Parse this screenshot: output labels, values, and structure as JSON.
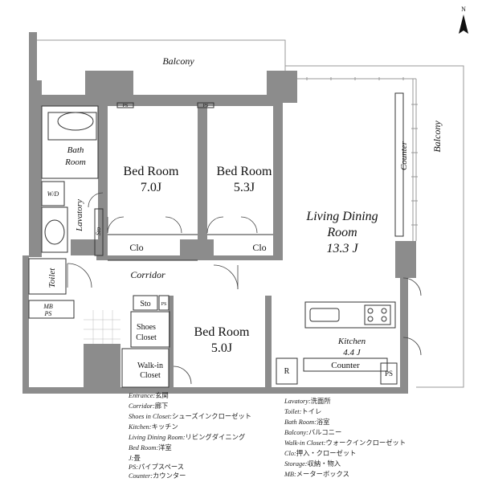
{
  "compass": {
    "north_label": "N"
  },
  "rooms": {
    "balcony_top": "Balcony",
    "balcony_right": "Balcony",
    "bath": [
      "Bath",
      "Room"
    ],
    "wd": "W/D",
    "lavatory": "Lavatory",
    "sto_small": "Sto",
    "bed1": [
      "Bed Room",
      "7.0J"
    ],
    "bed2": [
      "Bed Room",
      "5.3J"
    ],
    "clo1": "Clo",
    "clo2": "Clo",
    "living": [
      "Living Dining",
      "Room",
      "13.3 J"
    ],
    "counter_vertical": "Counter",
    "ps1": "PS",
    "ps2": "PS",
    "corridor": "Corridor",
    "toilet": "Toilet",
    "mb_ps": [
      "MB",
      "PS"
    ],
    "sto": "Sto",
    "ps_small": "PS",
    "shoes": [
      "Shoes",
      "Closet"
    ],
    "walkin": [
      "Walk-in",
      "Closet"
    ],
    "bed3": [
      "Bed Room",
      "5.0J"
    ],
    "kitchen": [
      "Kitchen",
      "4.4 J"
    ],
    "r": "R",
    "counter": "Counter",
    "ps_right": "PS"
  },
  "legend": {
    "left": [
      {
        "key": "Entrance:",
        "value": "玄関"
      },
      {
        "key": "Corridor:",
        "value": "廊下"
      },
      {
        "key": "Shoes in Closet:",
        "value": "シューズインクローゼット"
      },
      {
        "key": "Kitchen:",
        "value": "キッチン"
      },
      {
        "key": "Living Dining Room:",
        "value": "リビングダイニング"
      },
      {
        "key": "Bed Room:",
        "value": "洋室"
      },
      {
        "key": "J:",
        "value": "畳"
      },
      {
        "key": "PS:",
        "value": "パイプスペース"
      },
      {
        "key": "Counter:",
        "value": "カウンター"
      }
    ],
    "right": [
      {
        "key": "Lavatory:",
        "value": "洗面所"
      },
      {
        "key": "Toilet:",
        "value": "トイレ"
      },
      {
        "key": "Bath Room:",
        "value": "浴室"
      },
      {
        "key": "Balcony:",
        "value": "バルコニー"
      },
      {
        "key": "Walk-in Closet:",
        "value": "ウォークインクローゼット"
      },
      {
        "key": "Clo:",
        "value": "押入・クローゼット"
      },
      {
        "key": "Storage:",
        "value": "収納・物入"
      },
      {
        "key": "MB:",
        "value": "メーターボックス"
      }
    ]
  }
}
